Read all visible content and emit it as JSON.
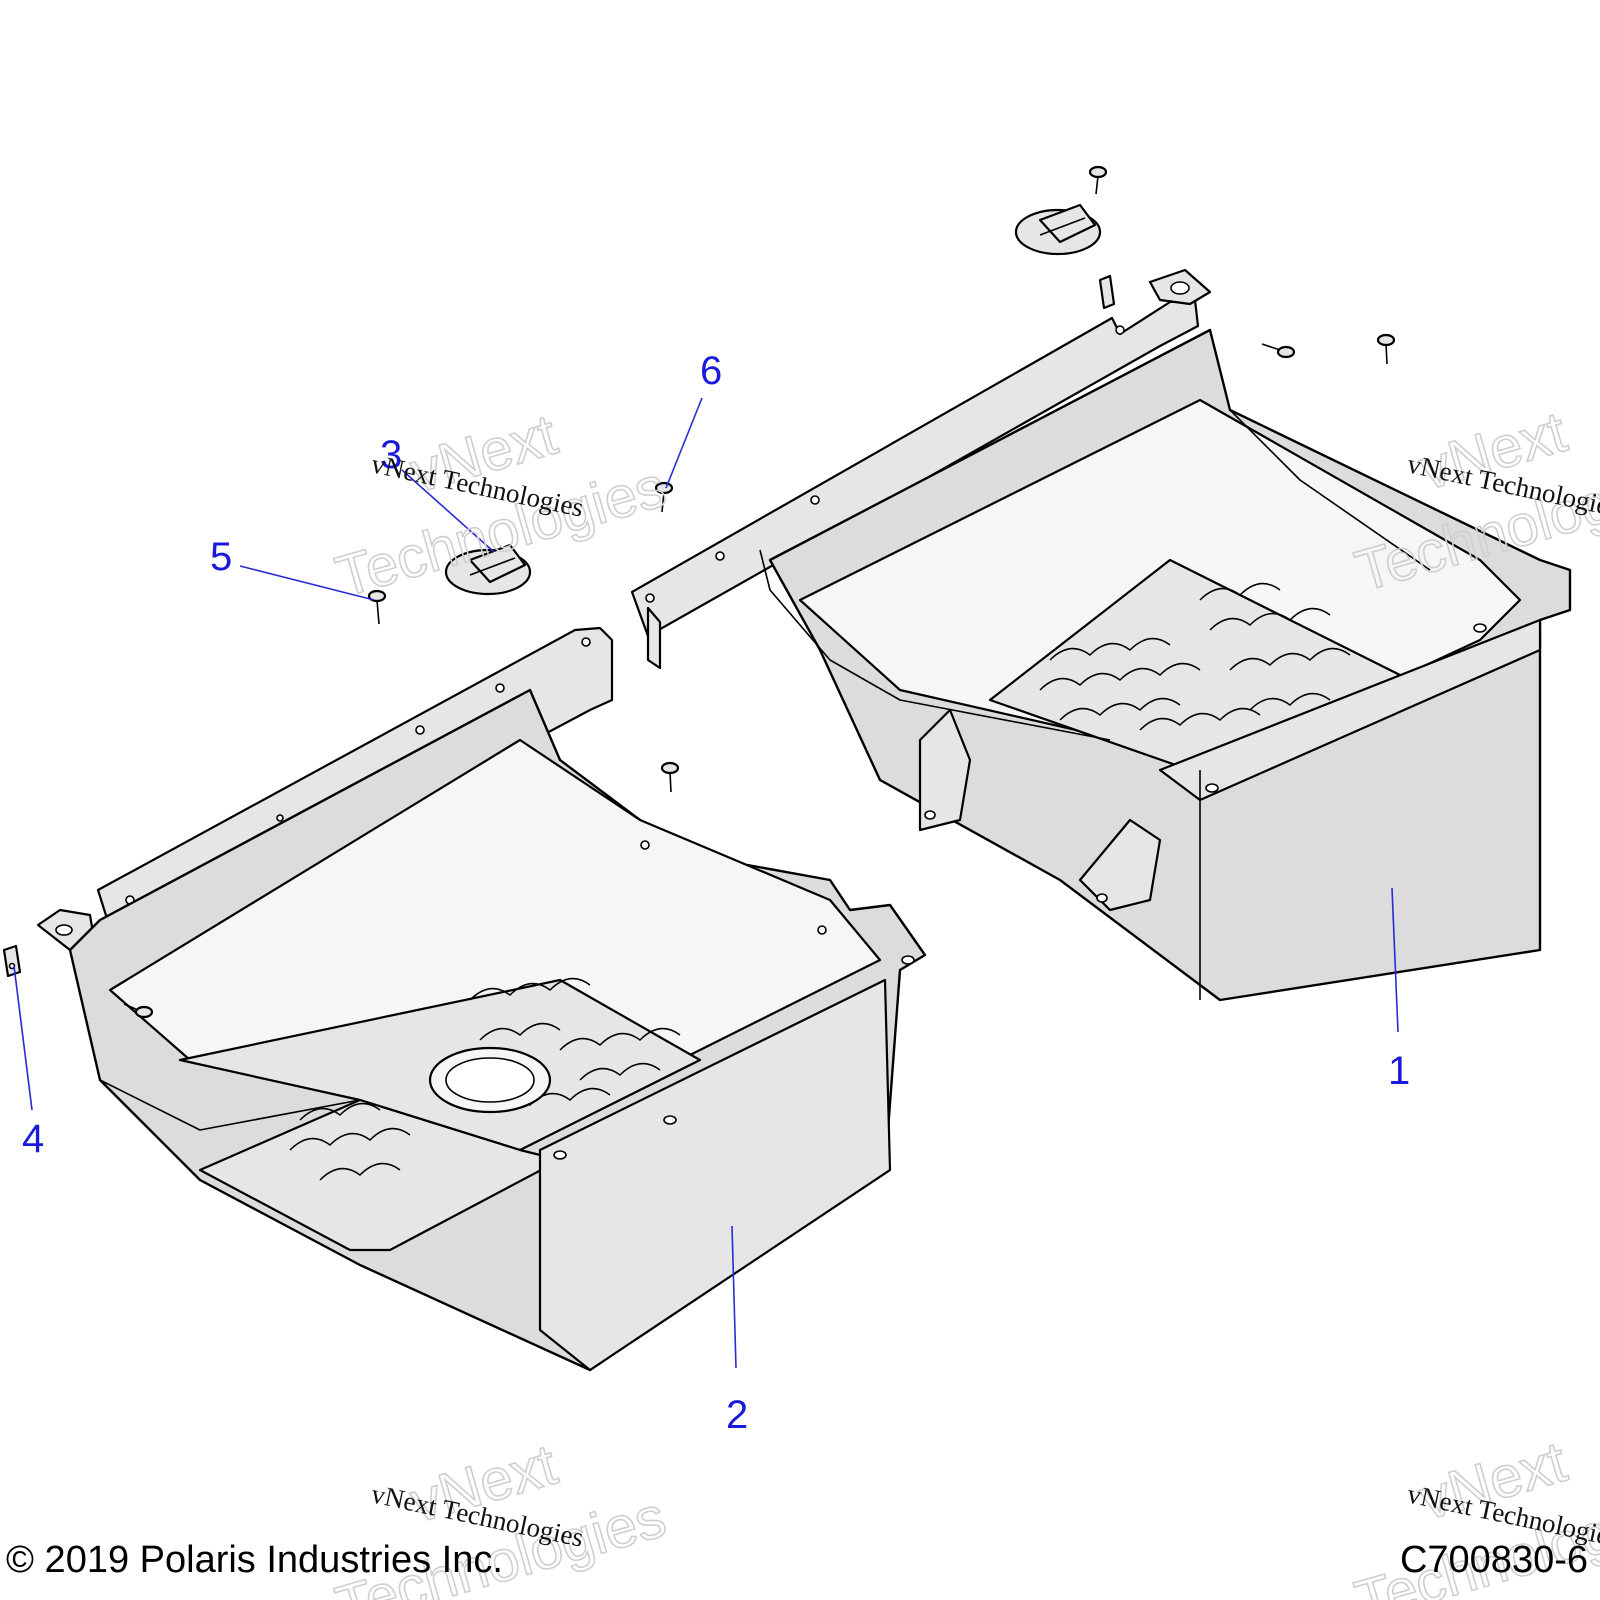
{
  "callouts": [
    "1",
    "2",
    "3",
    "4",
    "5",
    "6"
  ],
  "watermark": {
    "big_line1": "vNext",
    "big_line2": "Technologies",
    "small": "vNext Technologies"
  },
  "footer": {
    "copyright": "© 2019 Polaris Industries Inc.",
    "part_code": "C700830-6"
  }
}
